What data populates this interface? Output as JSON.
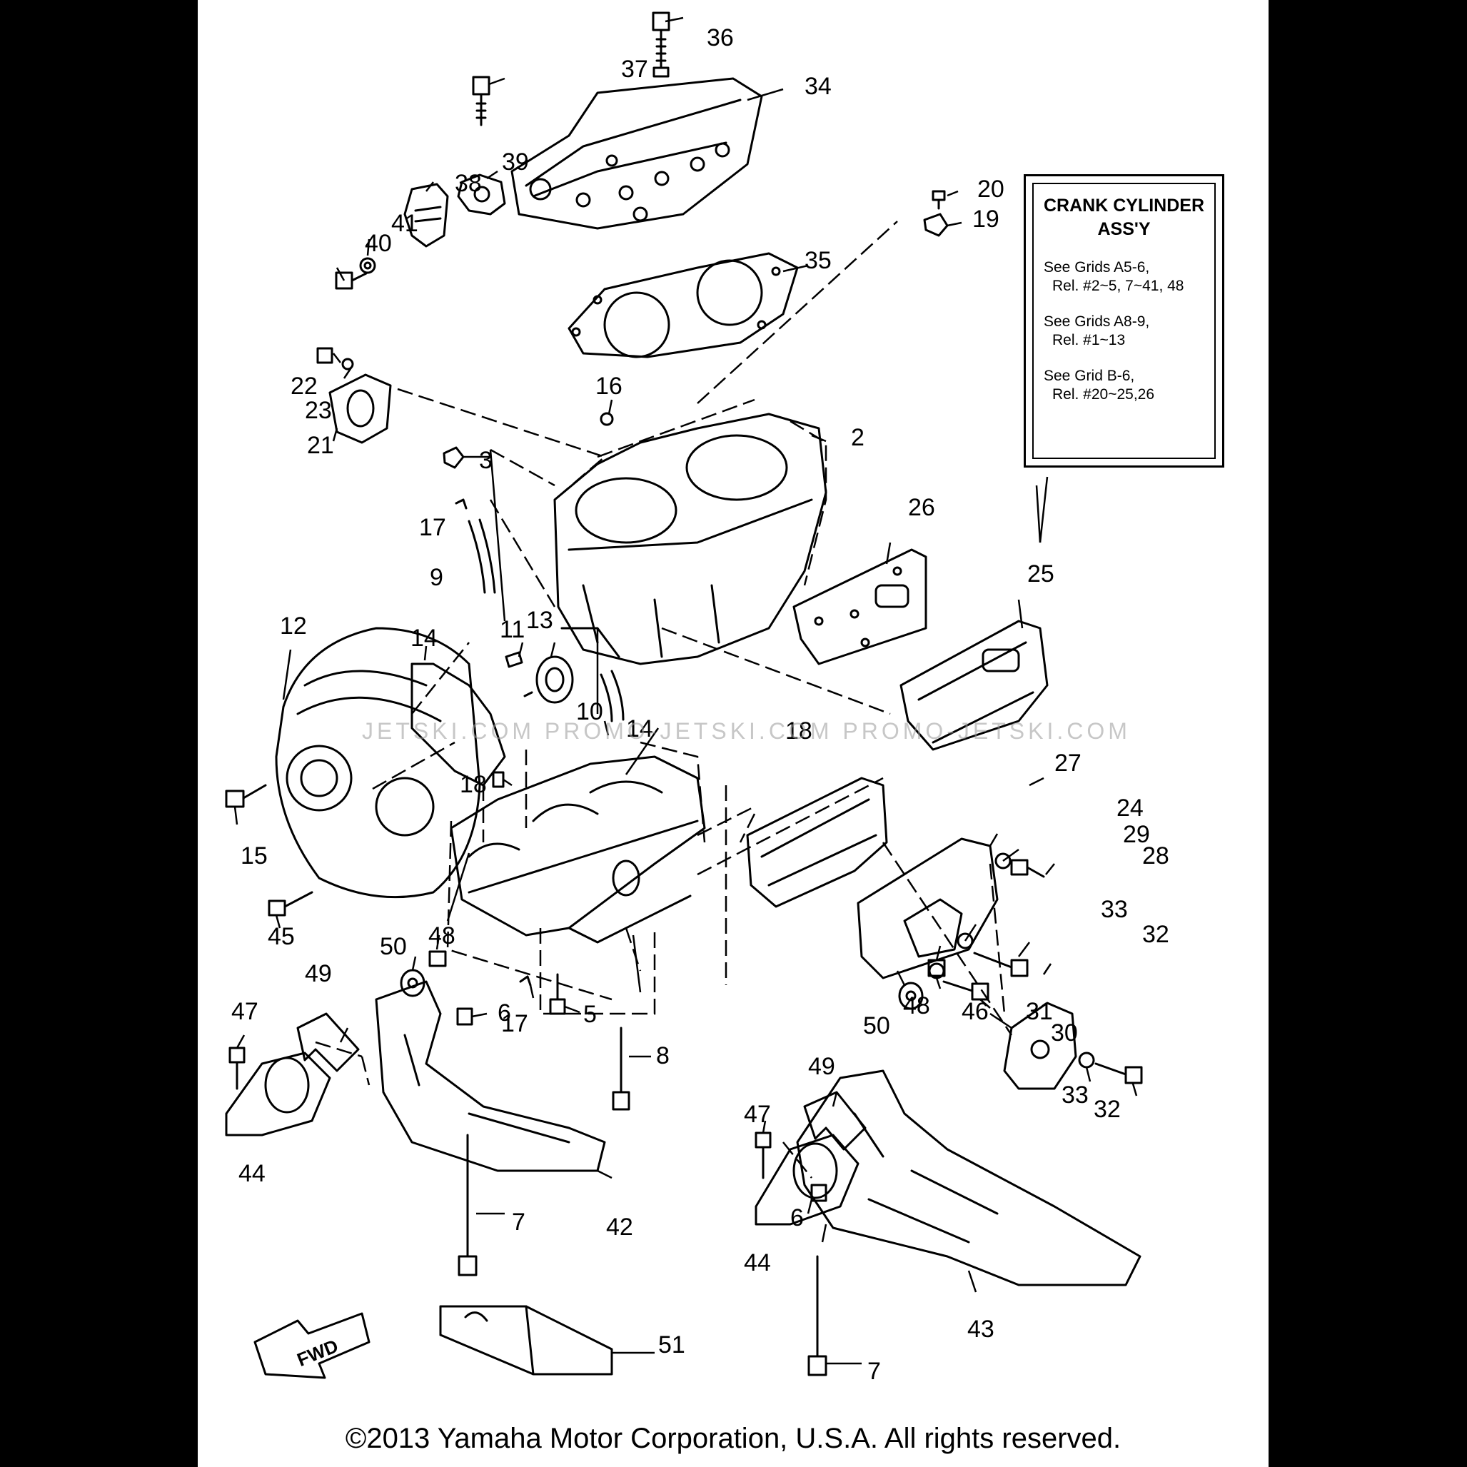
{
  "legend": {
    "title_line1": "CRANK CYLINDER",
    "title_line2": "ASS'Y",
    "entries": [
      {
        "grid": "See Grids A5-6,",
        "rel": "Rel. #2~5, 7~41, 48"
      },
      {
        "grid": "See Grids A8-9,",
        "rel": "Rel. #1~13"
      },
      {
        "grid": "See Grid B-6,",
        "rel": "Rel. #20~25,26"
      }
    ]
  },
  "watermark": "JETSKI.COM   PROMO-JETSKI.COM   PROMO-JETSKI.COM",
  "copyright": "©2013 Yamaha Motor Corporation, U.S.A. All rights reserved.",
  "fwd_label": "FWD",
  "callouts": {
    "c36": "36",
    "c37": "37",
    "c34": "34",
    "c39": "39",
    "c38": "38",
    "c41": "41",
    "c40": "40",
    "c20": "20",
    "c19": "19",
    "c35": "35",
    "c22": "22",
    "c23": "23",
    "c21": "21",
    "c16": "16",
    "c3": "3",
    "c2": "2",
    "c17a": "17",
    "c9": "9",
    "c26": "26",
    "c25": "25",
    "c12": "12",
    "c14a": "14",
    "c11": "11",
    "c13": "13",
    "c10": "10",
    "c14b": "14",
    "c18a": "18",
    "c18b": "18",
    "c27": "27",
    "c15": "15",
    "c24": "24",
    "c29": "29",
    "c28": "28",
    "c45": "45",
    "c48a": "48",
    "c50a": "50",
    "c49a": "49",
    "c33a": "33",
    "c32a": "32",
    "c47a": "47",
    "c6a": "6",
    "c17b": "17",
    "c5": "5",
    "c31": "31",
    "c30": "30",
    "c48b": "48",
    "c50b": "50",
    "c46": "46",
    "c8": "8",
    "c49b": "49",
    "c33b": "33",
    "c32b": "32",
    "c44a": "44",
    "c47b": "47",
    "c42": "42",
    "c7a": "7",
    "c6b": "6",
    "c44b": "44",
    "c43": "43",
    "c51": "51",
    "c7b": "7"
  }
}
